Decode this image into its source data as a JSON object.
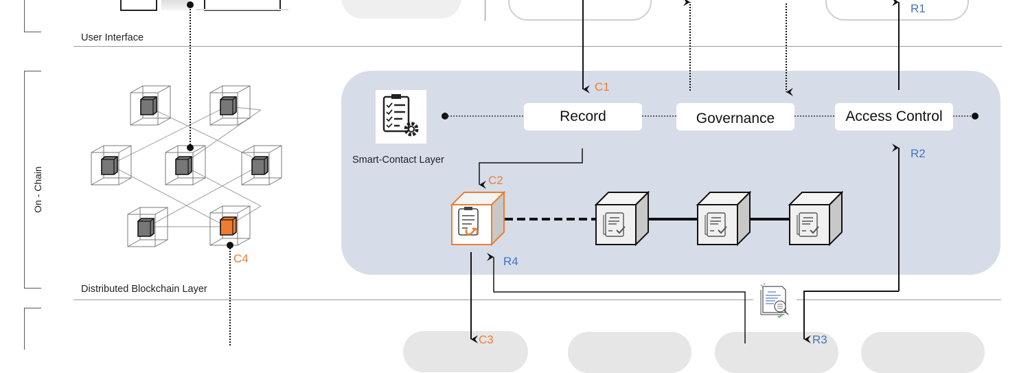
{
  "layers": {
    "user_interface": "User Interface",
    "distributed_blockchain": "Distributed Blockchain Layer",
    "smart_contract": "Smart-Contact Layer",
    "on_chain_bracket": "On - Chain"
  },
  "smart_contract_modules": {
    "record": "Record",
    "governance": "Governance",
    "access_control": "Access Control"
  },
  "flow_codes": {
    "c1": "C1",
    "c2": "C2",
    "c3": "C3",
    "c4": "C4",
    "r1": "R1",
    "r2": "R2",
    "r3": "R3",
    "r4": "R4"
  },
  "colors": {
    "request_code": "#ed7d31",
    "response_code": "#4472c4",
    "panel": "#d6dde8",
    "highlight_node": "#ed7d31"
  }
}
